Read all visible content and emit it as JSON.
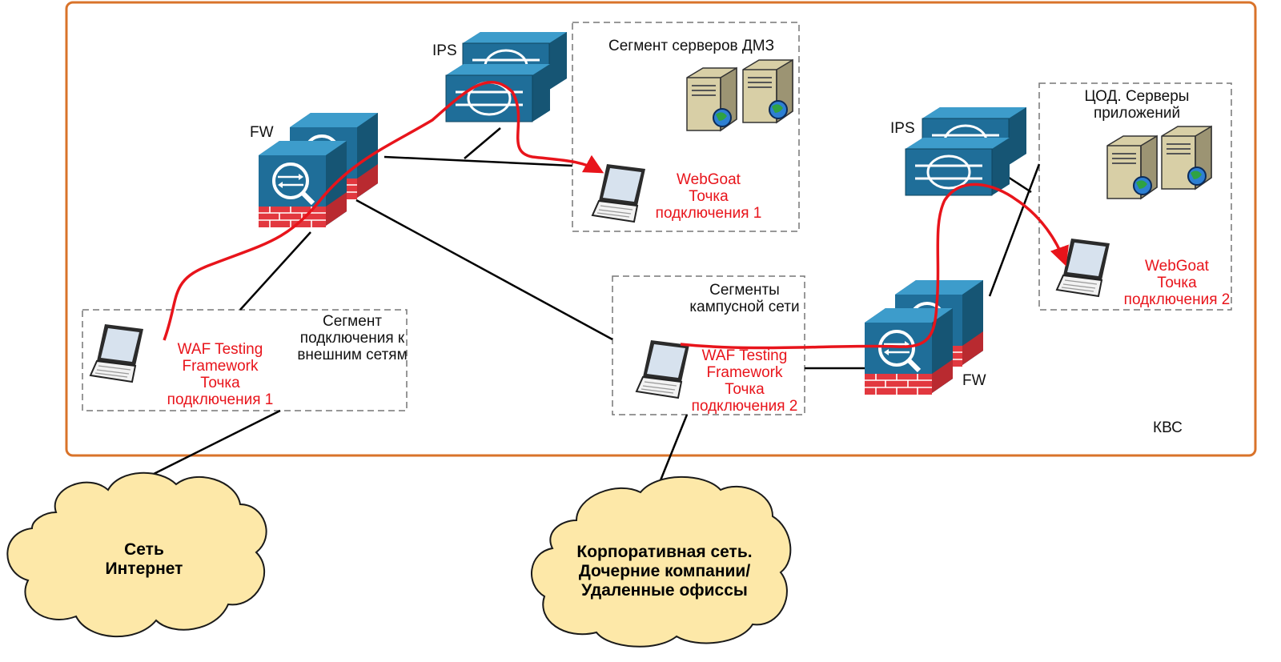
{
  "boundary": {
    "label": "КВС",
    "color": "#d9732a"
  },
  "devices": {
    "fw1": {
      "label": "FW"
    },
    "ips1": {
      "label": "IPS"
    },
    "ips2": {
      "label": "IPS"
    },
    "fw2": {
      "label": "FW"
    }
  },
  "segments": {
    "dmz": {
      "title": "Сегмент серверов ДМЗ",
      "endpoint": "WebGoat\nТочка\nподключения 1"
    },
    "dc": {
      "title": "ЦОД. Серверы\nприложений",
      "endpoint": "WebGoat\nТочка\nподключения 2"
    },
    "external": {
      "title": "Сегмент\nподключения к\nвнешним сетям",
      "endpoint": "WAF Testing\nFramework\nТочка\nподключения 1"
    },
    "campus": {
      "title": "Сегменты\nкампусной сети",
      "endpoint": "WAF Testing\nFramework\nТочка\nподключения 2"
    }
  },
  "clouds": {
    "internet": {
      "label": "Сеть\nИнтернет"
    },
    "corporate": {
      "label": "Корпоративная сеть.\nДочерние компании/\nУдаленные офиссы"
    }
  },
  "colors": {
    "device_blue": "#1e6a93",
    "device_light": "#3d9ccb",
    "firewall_red": "#e2383f",
    "traffic_path": "#e8141b",
    "cloud_fill": "#fde8a8",
    "segment_border": "#777777"
  }
}
